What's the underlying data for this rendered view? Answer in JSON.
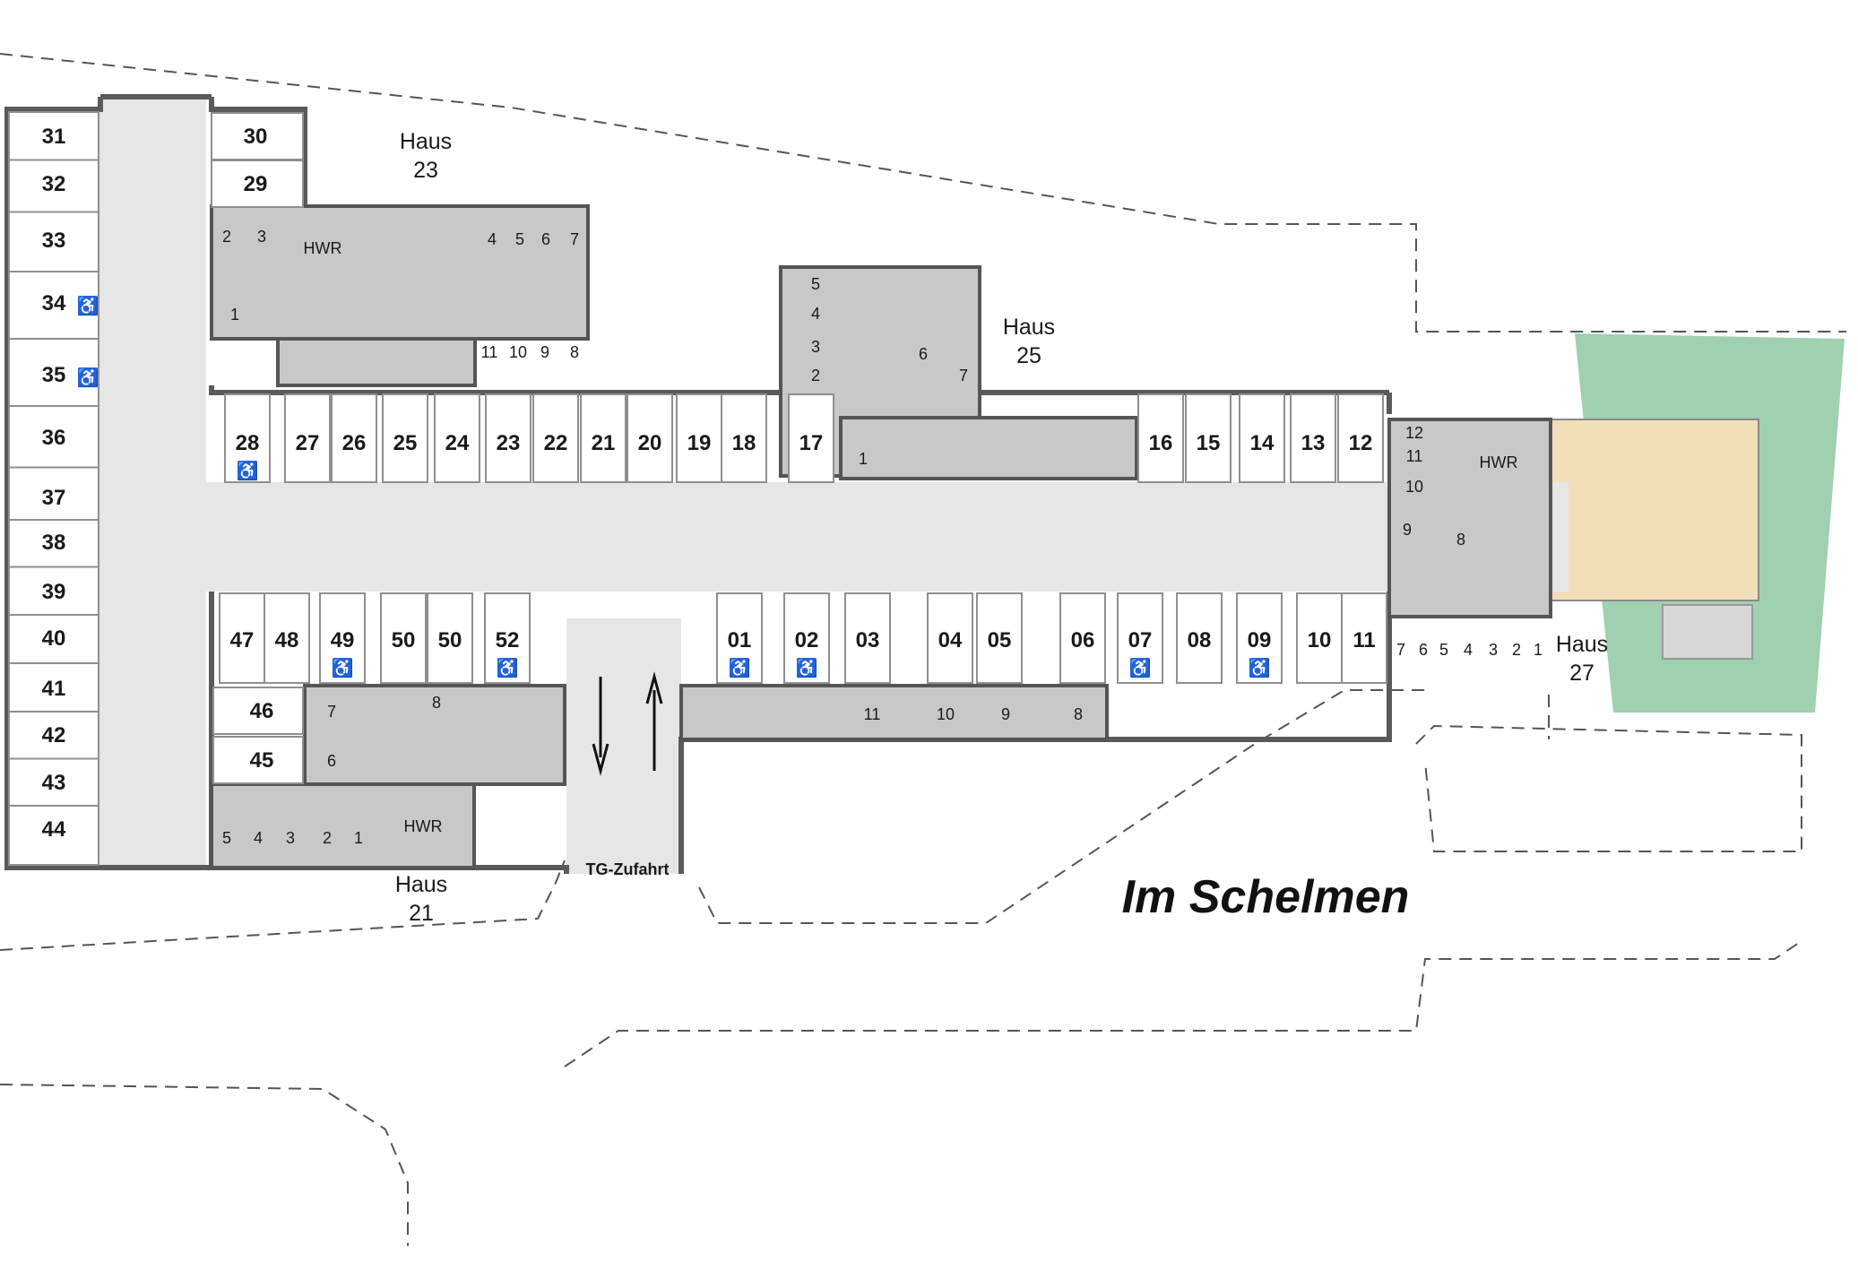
{
  "houses": {
    "h21": {
      "line1": "Haus",
      "line2": "21"
    },
    "h23": {
      "line1": "Haus",
      "line2": "23"
    },
    "h25": {
      "line1": "Haus",
      "line2": "25"
    },
    "h27": {
      "line1": "Haus",
      "line2": "27"
    }
  },
  "street": "Im Schelmen",
  "entrance": "TG-Zufahrt",
  "hwr": "HWR",
  "wheelchair_symbol": "♿",
  "parking": {
    "left_column": [
      "31",
      "32",
      "33",
      "34",
      "35",
      "36",
      "37",
      "38",
      "39",
      "40",
      "41",
      "42",
      "43",
      "44"
    ],
    "left_column_accessible": [
      "34",
      "35"
    ],
    "top_left": [
      "30",
      "29"
    ],
    "north_row": [
      "28",
      "27",
      "26",
      "25",
      "24",
      "23",
      "22",
      "21",
      "20",
      "19",
      "18",
      "17",
      "16",
      "15",
      "14",
      "13",
      "12"
    ],
    "north_row_accessible": [
      "28"
    ],
    "south_row": [
      "47",
      "48",
      "49",
      "50",
      "50",
      "52",
      "01",
      "02",
      "03",
      "04",
      "05",
      "06",
      "07",
      "08",
      "09",
      "10",
      "11"
    ],
    "south_row_accessible": [
      "49",
      "52",
      "01",
      "02",
      "07",
      "09"
    ],
    "south_left": [
      "46",
      "45"
    ]
  },
  "storage": {
    "h23_left": [
      "2",
      "3",
      "1"
    ],
    "h23_right_top": [
      "4",
      "5",
      "6",
      "7"
    ],
    "h23_right_bottom": [
      "11",
      "10",
      "9",
      "8"
    ],
    "h25_left": [
      "5",
      "4",
      "3",
      "2"
    ],
    "h25_right": [
      "6",
      "7",
      "1"
    ],
    "h27": [
      "12",
      "11",
      "10",
      "9",
      "8"
    ],
    "h27_bottom": [
      "7",
      "6",
      "5",
      "4",
      "3",
      "2",
      "1"
    ],
    "h21": [
      "7",
      "8",
      "6",
      "5",
      "4",
      "3",
      "2",
      "1"
    ],
    "south_mid": [
      "11",
      "10",
      "9",
      "8"
    ]
  },
  "colors": {
    "garden": "#9fd0b0",
    "house27": "#f2dfb8",
    "room": "#c8c8c8",
    "aisle": "#e6e6e6",
    "wall": "#5a5a5a"
  }
}
